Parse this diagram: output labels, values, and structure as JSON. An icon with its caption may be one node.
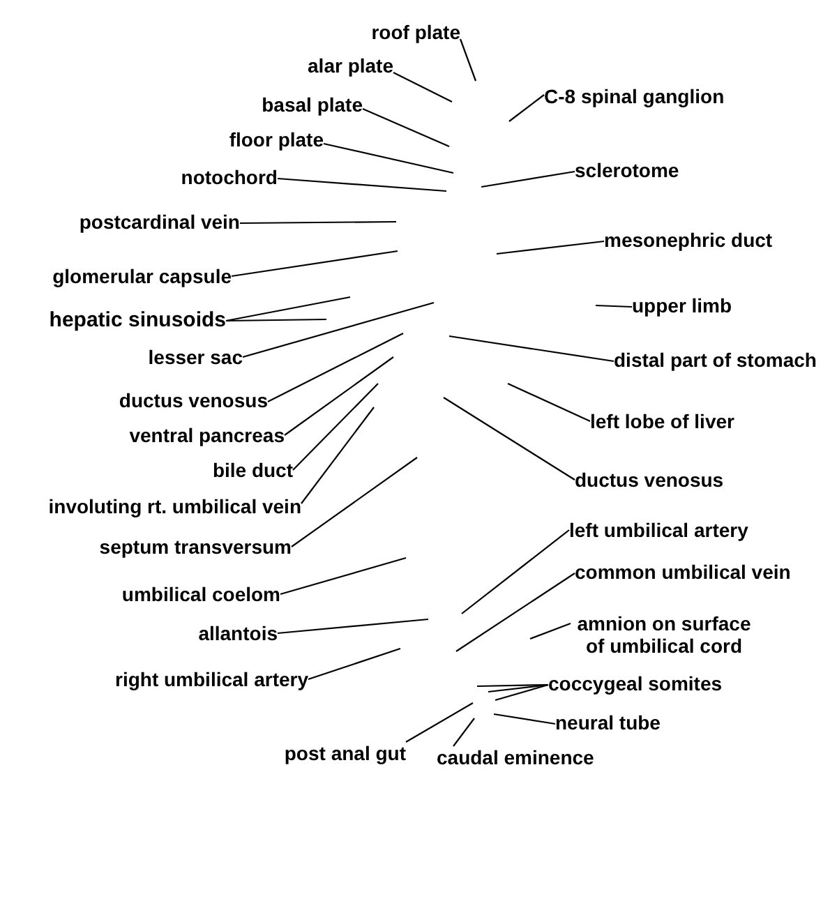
{
  "diagram": {
    "nodes": [
      {
        "text": [
          "roof plate"
        ]
      },
      {
        "text": [
          "alar plate"
        ]
      },
      {
        "text": [
          "C-8 spinal ganglion"
        ]
      },
      {
        "text": [
          "basal plate"
        ]
      },
      {
        "text": [
          "floor plate"
        ]
      },
      {
        "text": [
          "sclerotome"
        ]
      },
      {
        "text": [
          "notochord"
        ]
      },
      {
        "text": [
          "postcardinal vein"
        ]
      },
      {
        "text": [
          "mesonephric duct"
        ]
      },
      {
        "text": [
          "glomerular capsule"
        ]
      },
      {
        "text": [
          "upper limb"
        ]
      },
      {
        "text": [
          "hepatic sinusoids"
        ]
      },
      {
        "text": [
          "lesser sac"
        ]
      },
      {
        "text": [
          "distal part of stomach"
        ]
      },
      {
        "text": [
          "ductus venosus"
        ]
      },
      {
        "text": [
          "left lobe of liver"
        ]
      },
      {
        "text": [
          "ventral pancreas"
        ]
      },
      {
        "text": [
          "bile duct"
        ]
      },
      {
        "text": [
          "ductus venosus"
        ]
      },
      {
        "text": [
          "involuting rt. umbilical vein"
        ]
      },
      {
        "text": [
          "left umbilical artery"
        ]
      },
      {
        "text": [
          "septum transversum"
        ]
      },
      {
        "text": [
          "common umbilical vein"
        ]
      },
      {
        "text": [
          "umbilical coelom"
        ]
      },
      {
        "text": [
          "amnion on surface of umbilical cord"
        ]
      },
      {
        "text": [
          "allantois"
        ]
      },
      {
        "text": [
          "right umbilical artery"
        ]
      },
      {
        "text": [
          "coccygeal somites"
        ]
      },
      {
        "text": [
          "neural tube"
        ]
      },
      {
        "text": [
          "post anal gut"
        ]
      },
      {
        "text": [
          "caudal eminence"
        ]
      }
    ],
    "edges": [
      {
        "from": 0,
        "to": null,
        "arrow": "none"
      },
      {
        "from": 1,
        "to": null,
        "arrow": "none"
      },
      {
        "from": 2,
        "to": null,
        "arrow": "none"
      },
      {
        "from": 3,
        "to": null,
        "arrow": "none"
      },
      {
        "from": 4,
        "to": null,
        "arrow": "none"
      },
      {
        "from": 5,
        "to": null,
        "arrow": "none"
      },
      {
        "from": 6,
        "to": null,
        "arrow": "none"
      },
      {
        "from": 7,
        "to": null,
        "arrow": "none"
      },
      {
        "from": 8,
        "to": null,
        "arrow": "none"
      },
      {
        "from": 9,
        "to": null,
        "arrow": "none"
      },
      {
        "from": 10,
        "to": null,
        "arrow": "none"
      },
      {
        "from": 11,
        "to": null,
        "arrow": "none"
      },
      {
        "from": 11,
        "to": null,
        "arrow": "none"
      },
      {
        "from": 12,
        "to": null,
        "arrow": "none"
      },
      {
        "from": 13,
        "to": null,
        "arrow": "none"
      },
      {
        "from": 14,
        "to": null,
        "arrow": "none"
      },
      {
        "from": 15,
        "to": null,
        "arrow": "none"
      },
      {
        "from": 16,
        "to": null,
        "arrow": "none"
      },
      {
        "from": 17,
        "to": null,
        "arrow": "none"
      },
      {
        "from": 18,
        "to": null,
        "arrow": "none"
      },
      {
        "from": 19,
        "to": null,
        "arrow": "none"
      },
      {
        "from": 20,
        "to": null,
        "arrow": "none"
      },
      {
        "from": 21,
        "to": null,
        "arrow": "none"
      },
      {
        "from": 22,
        "to": null,
        "arrow": "none"
      },
      {
        "from": 23,
        "to": null,
        "arrow": "none"
      },
      {
        "from": 24,
        "to": null,
        "arrow": "none"
      },
      {
        "from": 25,
        "to": null,
        "arrow": "none"
      },
      {
        "from": 26,
        "to": null,
        "arrow": "none"
      },
      {
        "from": 27,
        "to": null,
        "arrow": "none"
      },
      {
        "from": 27,
        "to": null,
        "arrow": "none"
      },
      {
        "from": 27,
        "to": null,
        "arrow": "none"
      },
      {
        "from": 28,
        "to": null,
        "arrow": "none"
      },
      {
        "from": 29,
        "to": null,
        "arrow": "none"
      },
      {
        "from": 30,
        "to": null,
        "arrow": "none"
      }
    ]
  }
}
